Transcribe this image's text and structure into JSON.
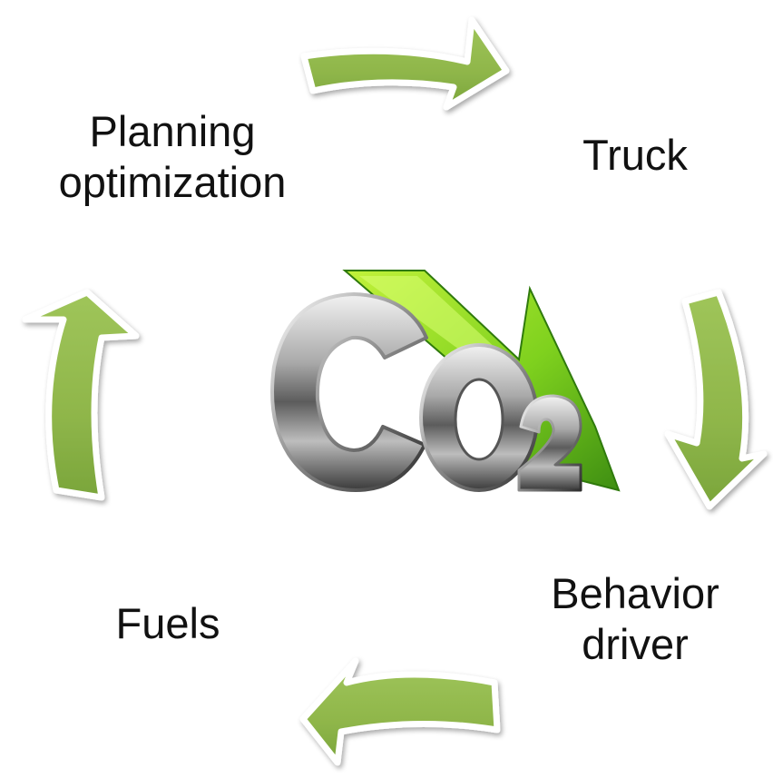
{
  "diagram": {
    "type": "cycle",
    "center_text": "CO",
    "center_subscript": "2",
    "nodes": [
      {
        "id": "planning",
        "lines": [
          "Planning",
          "optimization"
        ]
      },
      {
        "id": "truck",
        "lines": [
          "Truck"
        ]
      },
      {
        "id": "behavior",
        "lines": [
          "Behavior",
          "driver"
        ]
      },
      {
        "id": "fuels",
        "lines": [
          "Fuels"
        ]
      }
    ],
    "edges": [
      {
        "from": "planning",
        "to": "truck"
      },
      {
        "from": "truck",
        "to": "behavior"
      },
      {
        "from": "behavior",
        "to": "fuels"
      },
      {
        "from": "fuels",
        "to": "planning"
      }
    ],
    "colors": {
      "arrow_fill": "#8fb64a",
      "arrow_dark": "#6e9a34",
      "arrow_outline": "#ffffff",
      "co2_metal_light": "#e6e6e6",
      "co2_metal_dark": "#3c3c3c",
      "trend_arrow_light": "#b4ec2e",
      "trend_arrow_dark": "#3e8e12",
      "text": "#111111"
    }
  }
}
